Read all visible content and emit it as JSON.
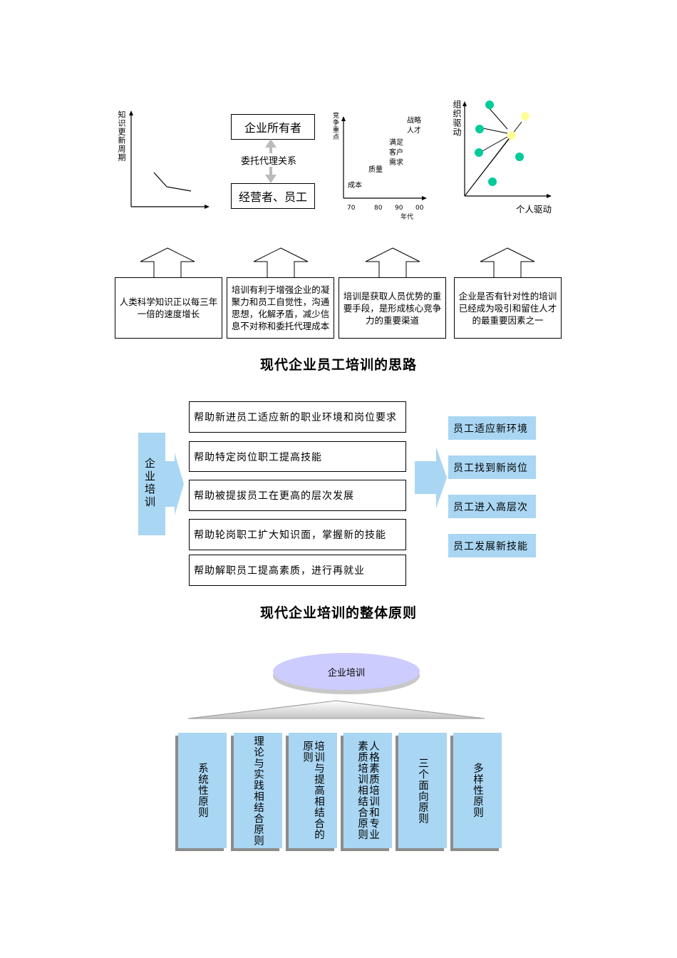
{
  "section1": {
    "title": "现代企业员工培训的思路",
    "panel1": {
      "ylabel": "知识更新周期"
    },
    "panel2": {
      "owner": "企业所有者",
      "relation": "委托代理关系",
      "staff": "经营者、员工"
    },
    "panel3": {
      "ylabel": "竞争重点",
      "points": [
        "成本",
        "质量",
        "满足客户需求",
        "战略人才"
      ],
      "xticks": [
        "70",
        "80",
        "90",
        "00"
      ],
      "xlabel": "年代"
    },
    "panel4": {
      "ylabel": "组织驱动",
      "xlabel": "个人驱动"
    },
    "boxes": [
      "人类科学知识正以每三年一倍的速度增长",
      "培训有利于增强企业的凝聚力和员工自觉性，沟通思想，化解矛盾，减少信息不对称和委托代理成本",
      "培训是获取人员优势的重要手段，是形成核心竞争力的重要渠道",
      "企业是否有针对性的培训已经成为吸引和留住人才的最重要因素之一"
    ]
  },
  "section2": {
    "title": "现代企业培训的整体原则",
    "source": "企业培训",
    "helps": [
      "帮助新进员工适应新的职业环境和岗位要求",
      "帮助特定岗位职工提高技能",
      "帮助被提拔员工在更高的层次发展",
      "帮助轮岗职工扩大知识面，掌握新的技能",
      "帮助解职员工提高素质，进行再就业"
    ],
    "results": [
      "员工适应新环境",
      "员工找到新岗位",
      "员工进入高层次",
      "员工发展新技能"
    ]
  },
  "section3": {
    "top": "企业培训",
    "pillars": [
      "系统性原则",
      "理论与实践相结合原则",
      "培训与提高相结合的原则",
      "人格素质培训和专业素质培训相结合原则",
      "三个面向原则",
      "多样性原则"
    ]
  },
  "colors": {
    "box_blue": "#a9d6f3",
    "ellipse": "#ccccff",
    "teal": "#00cc99",
    "yellow": "#ffff99"
  }
}
